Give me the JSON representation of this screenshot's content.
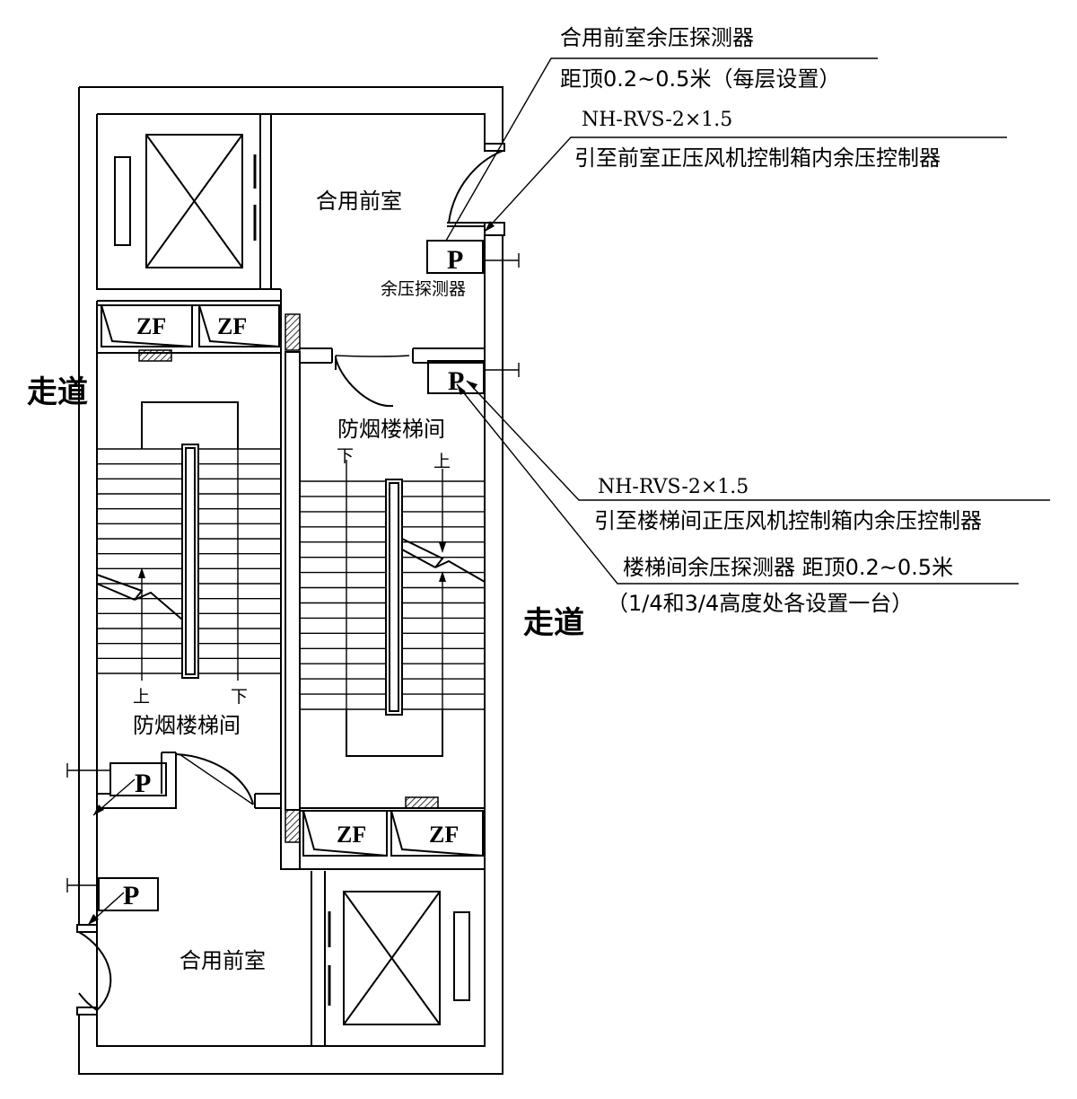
{
  "labels": {
    "corridor": "走道",
    "anteroom": "合用前室",
    "stairwell": "防烟楼梯间",
    "detector_short": "余压探测器",
    "down": "下",
    "up": "上",
    "p_symbol": "P",
    "zf_symbol": "ZF"
  },
  "callouts": {
    "anteroom_detector_title": "合用前室余压探测器",
    "anteroom_detector_note": "距顶0.2~0.5米（每层设置）",
    "anteroom_cable": "NH-RVS-2×1.5",
    "anteroom_cable_note": "引至前室正压风机控制箱内余压控制器",
    "stair_cable": "NH-RVS-2×1.5",
    "stair_cable_note": "引至楼梯间正压风机控制箱内余压控制器",
    "stair_detector_title": "楼梯间余压探测器   距顶0.2~0.5米",
    "stair_detector_note": "（1/4和3/4高度处各设置一台）"
  },
  "colors": {
    "line": "#000000",
    "background": "#ffffff"
  }
}
